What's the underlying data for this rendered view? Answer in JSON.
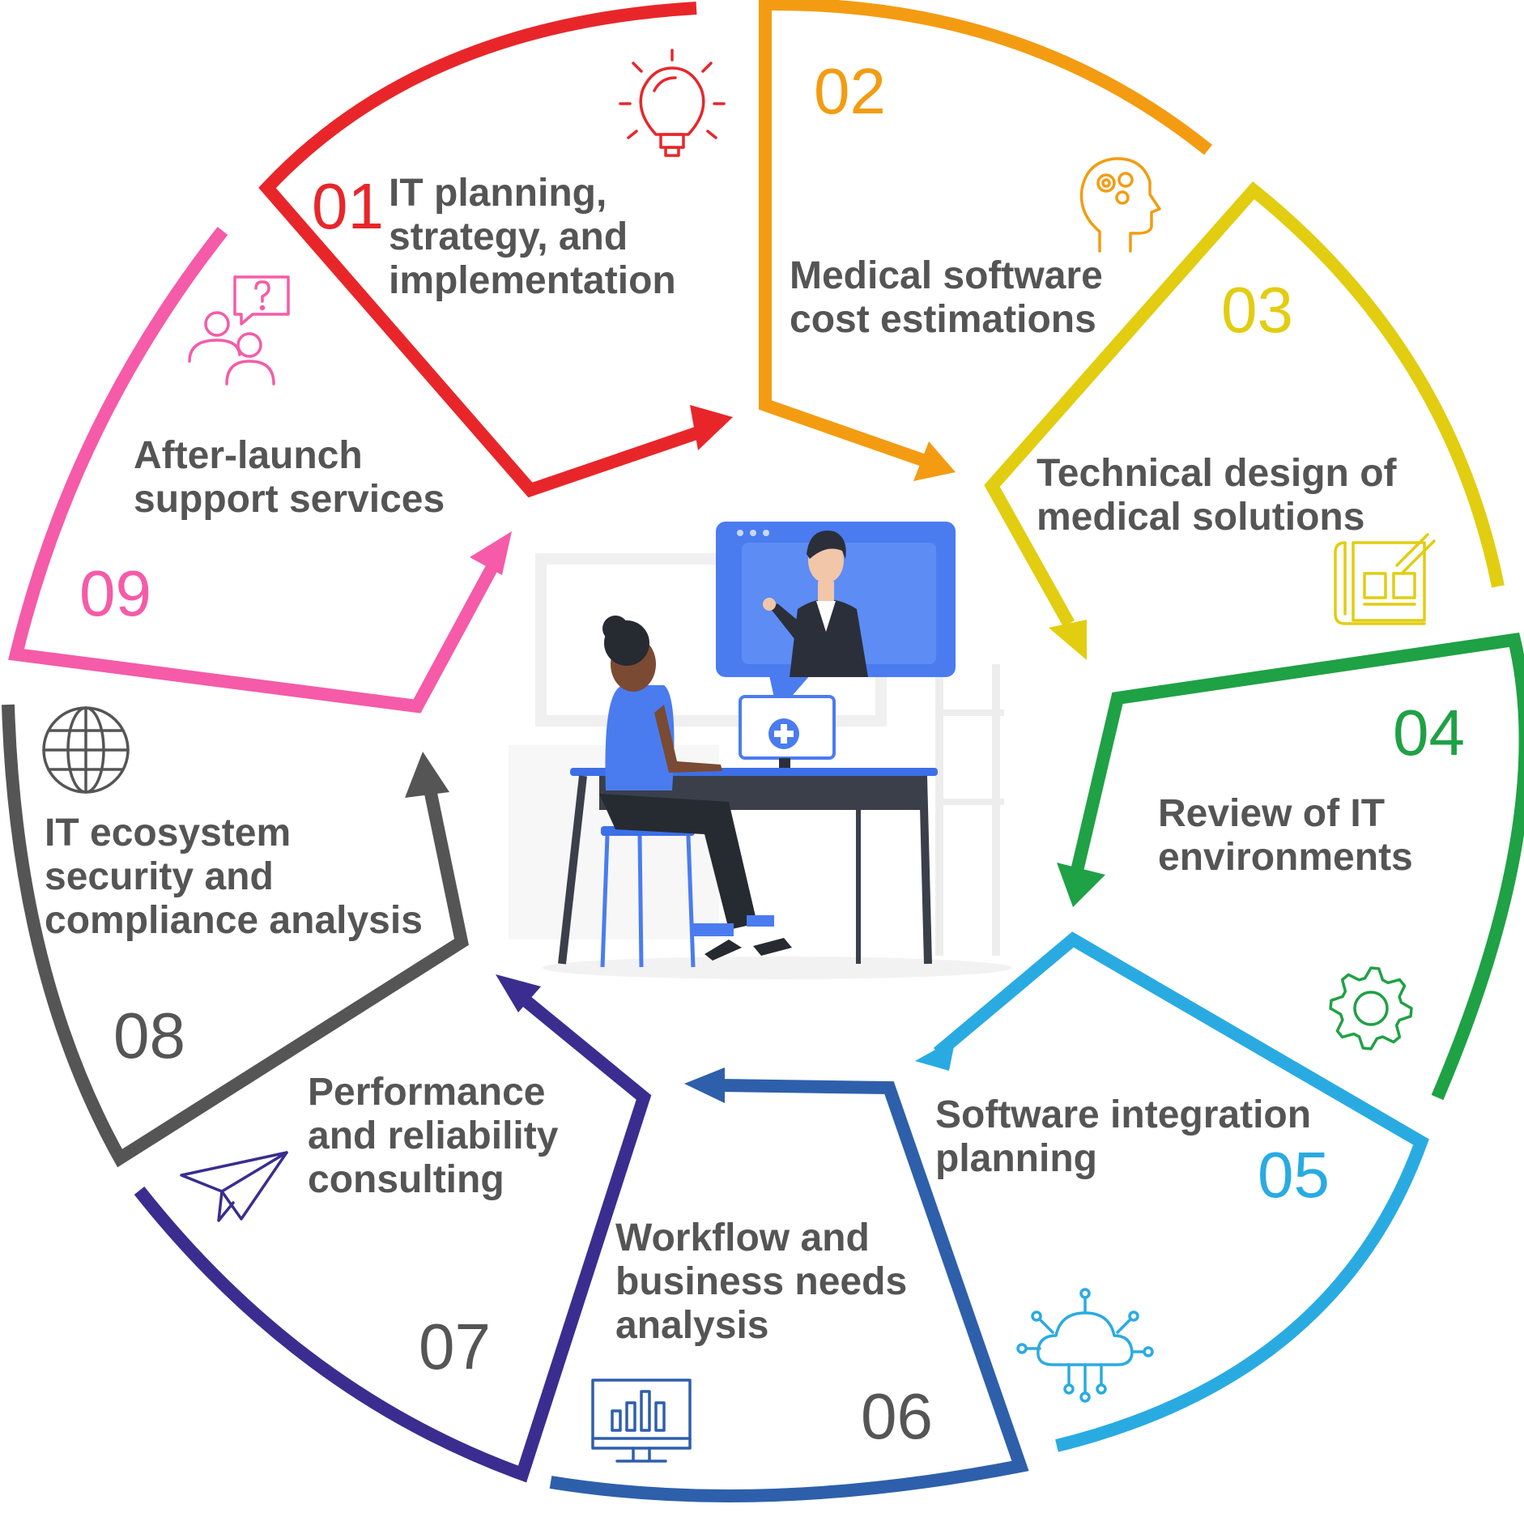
{
  "steps": [
    {
      "number": "01",
      "lines": [
        "IT planning,",
        "strategy, and",
        "implementation"
      ],
      "color": "#e8262a",
      "icon": "lightbulb-icon"
    },
    {
      "number": "02",
      "lines": [
        "Medical software",
        "cost estimations"
      ],
      "color": "#f39c12",
      "icon": "head-gears-icon"
    },
    {
      "number": "03",
      "lines": [
        "Technical design of",
        "medical solutions"
      ],
      "color": "#e2cd10",
      "icon": "blueprint-icon"
    },
    {
      "number": "04",
      "lines": [
        "Review of IT",
        "environments"
      ],
      "color": "#1fa145",
      "icon": "gear-icon"
    },
    {
      "number": "05",
      "lines": [
        "Software integration",
        "planning"
      ],
      "color": "#29abe2",
      "icon": "cloud-network-icon"
    },
    {
      "number": "06",
      "lines": [
        "Workflow and",
        "business needs",
        "analysis"
      ],
      "color": "#2e5fab",
      "icon": "monitor-chart-icon"
    },
    {
      "number": "07",
      "lines": [
        "Performance",
        "and reliability",
        "consulting"
      ],
      "color": "#3a2d8f",
      "icon": "paper-plane-icon"
    },
    {
      "number": "08",
      "lines": [
        "IT ecosystem",
        "security and",
        "compliance analysis"
      ],
      "color": "#555555",
      "icon": "globe-icon"
    },
    {
      "number": "09",
      "lines": [
        "After-launch",
        "support services"
      ],
      "color": "#f55ba8",
      "icon": "people-question-icon"
    }
  ]
}
